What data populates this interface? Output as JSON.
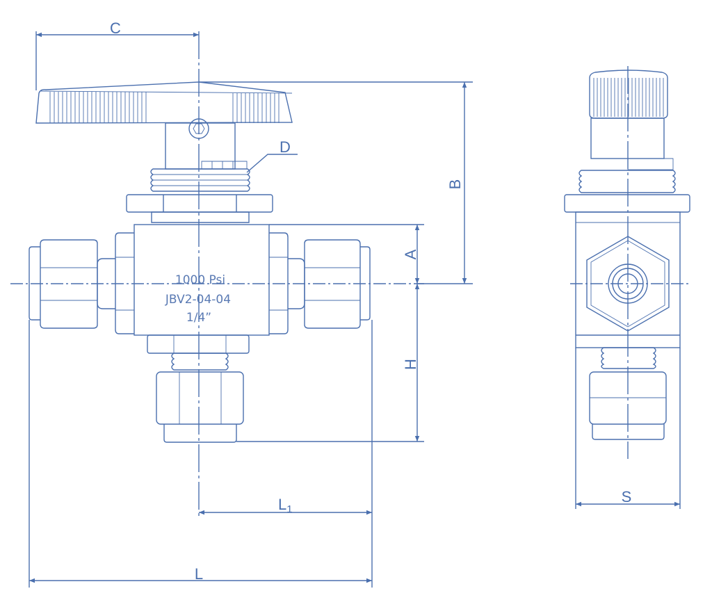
{
  "drawing": {
    "marking": {
      "line1": "1000 Psi",
      "line2": "JBV2-04-04",
      "line3": "1/4”"
    },
    "dimensions": {
      "C": "C",
      "B": "B",
      "D": "D",
      "A": "A",
      "H": "H",
      "L1": "L",
      "L1_sub": "1",
      "L": "L",
      "S": "S"
    },
    "line_color": "#4a6fae"
  }
}
